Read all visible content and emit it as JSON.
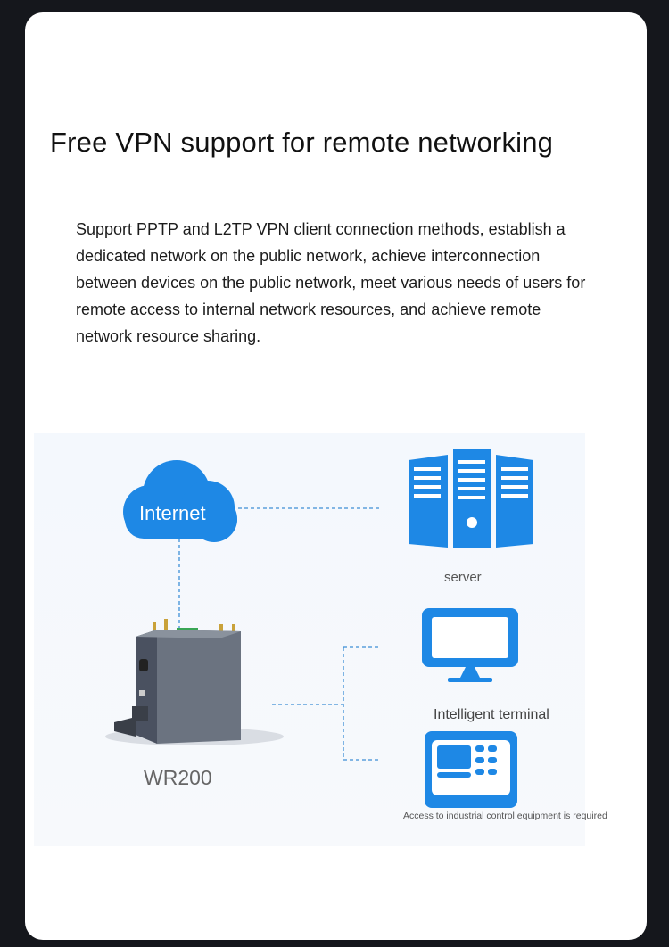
{
  "title": "Free VPN support for remote networking",
  "description": "Support PPTP and L2TP VPN client connection methods, establish a dedicated network on the public network, achieve interconnection between devices on the public network, meet various needs of users for remote access to internal network resources, and achieve remote network resource sharing.",
  "diagram": {
    "cloud_label": "Internet",
    "server_label": "server",
    "router_label": "WR200",
    "terminal_label": "Intelligent terminal",
    "equipment_label": "Access to industrial control equipment is required"
  },
  "colors": {
    "accent_blue": "#1e88e5",
    "line_blue": "#3d8fd6",
    "router_gray": "#6b7380"
  }
}
